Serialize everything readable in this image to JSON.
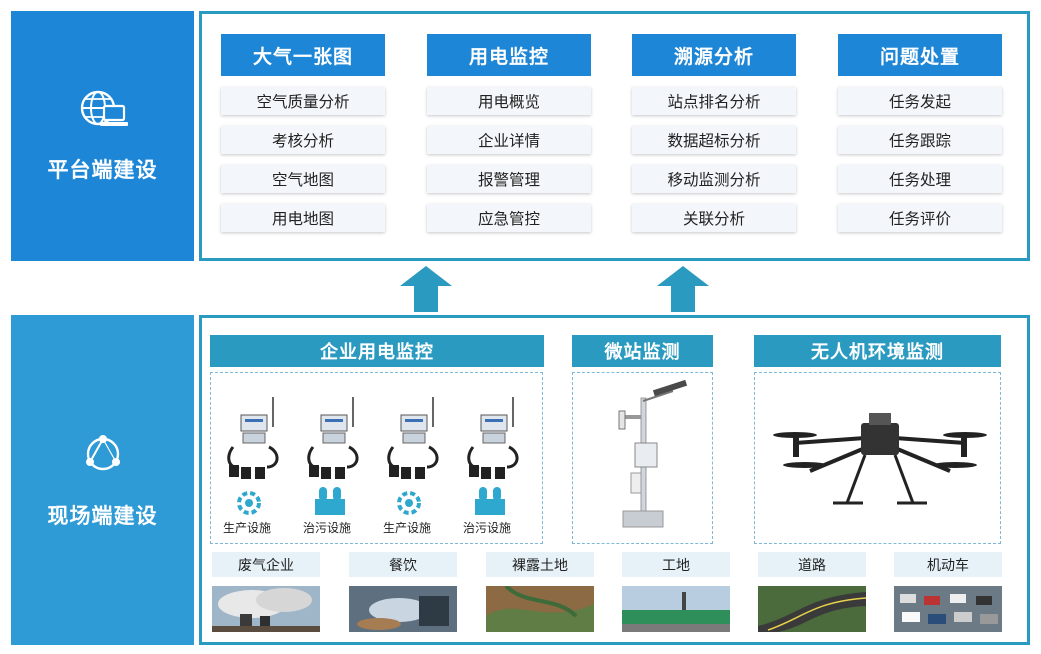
{
  "platform": {
    "title": "平台端建设",
    "icon": "globe-computer-icon",
    "columns": [
      {
        "title": "大气一张图",
        "items": [
          "空气质量分析",
          "考核分析",
          "空气地图",
          "用电地图"
        ]
      },
      {
        "title": "用电监控",
        "items": [
          "用电概览",
          "企业详情",
          "报警管理",
          "应急管控"
        ]
      },
      {
        "title": "溯源分析",
        "items": [
          "站点排名分析",
          "数据超标分析",
          "移动监测分析",
          "关联分析"
        ]
      },
      {
        "title": "问题处置",
        "items": [
          "任务发起",
          "任务跟踪",
          "任务处理",
          "任务评价"
        ]
      }
    ]
  },
  "field": {
    "title": "现场端建设",
    "icon": "network-node-icon",
    "enterprise": {
      "title": "企业用电监控",
      "devices": [
        "生产设施",
        "治污设施",
        "生产设施",
        "治污设施"
      ]
    },
    "micro_station": {
      "title": "微站监测"
    },
    "drone": {
      "title": "无人机环境监测"
    },
    "scenes": [
      "废气企业",
      "餐饮",
      "裸露土地",
      "工地",
      "道路",
      "机动车"
    ]
  },
  "colors": {
    "primary_blue": "#1e86d6",
    "teal": "#2a9ac0",
    "light_bg": "#f3f6fa"
  }
}
